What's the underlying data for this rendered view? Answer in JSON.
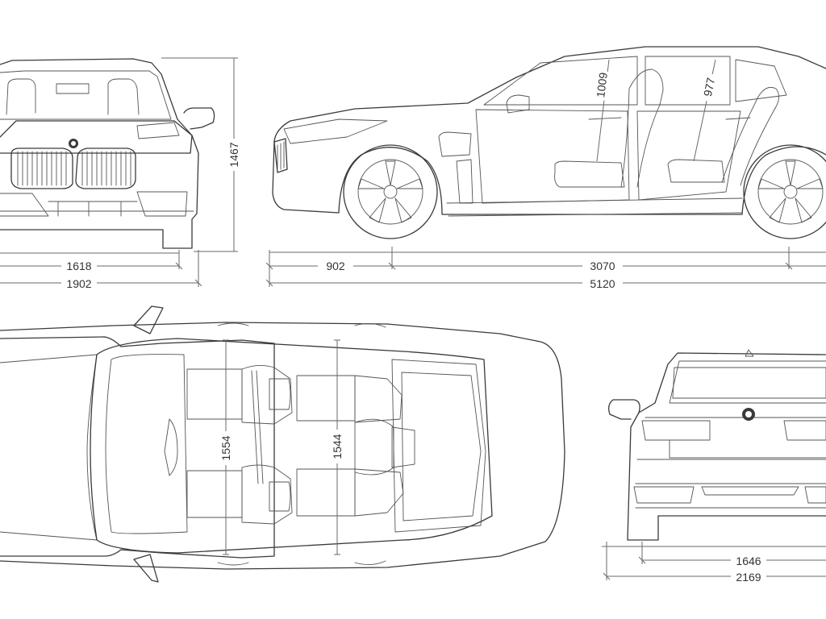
{
  "dimensions": {
    "front_height": "1467",
    "front_track": "1618",
    "front_width": "1902",
    "front_overhang": "902",
    "wheelbase": "3070",
    "length": "5120",
    "side_headroom_front": "1009",
    "side_headroom_rear": "977",
    "top_interior_front": "1554",
    "top_interior_rear": "1544",
    "rear_track": "1646",
    "rear_width": "2169"
  },
  "colors": {
    "line": "#3a3a3a",
    "dimension": "#6a6a6a"
  }
}
